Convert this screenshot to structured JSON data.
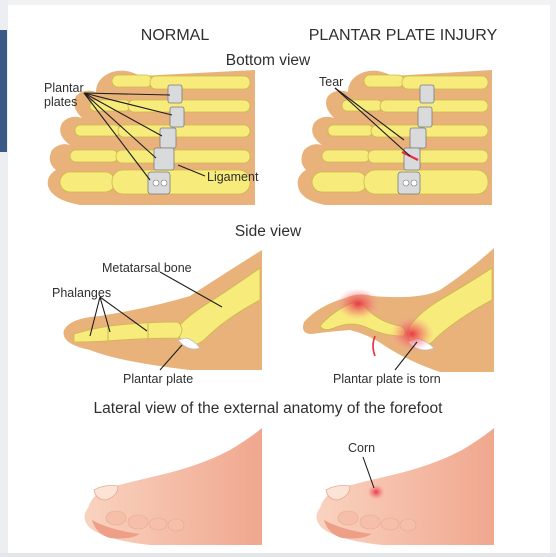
{
  "headers": {
    "normal": "NORMAL",
    "injury": "PLANTAR PLATE INJURY"
  },
  "sections": {
    "bottom_view": "Bottom view",
    "side_view": "Side view",
    "lateral_view": "Lateral view of the external anatomy of the forefoot"
  },
  "labels": {
    "plantar_plates_line1": "Plantar",
    "plantar_plates_line2": "plates",
    "ligament": "Ligament",
    "tear": "Tear",
    "metatarsal_bone": "Metatarsal bone",
    "phalanges": "Phalanges",
    "plantar_plate": "Plantar plate",
    "plantar_plate_torn": "Plantar plate is torn",
    "corn": "Corn"
  },
  "colors": {
    "skin_tone": "#e9b27b",
    "bone": "#f7ec7b",
    "inflammation": "#e53040",
    "frame_accent": "#3b5a86"
  }
}
